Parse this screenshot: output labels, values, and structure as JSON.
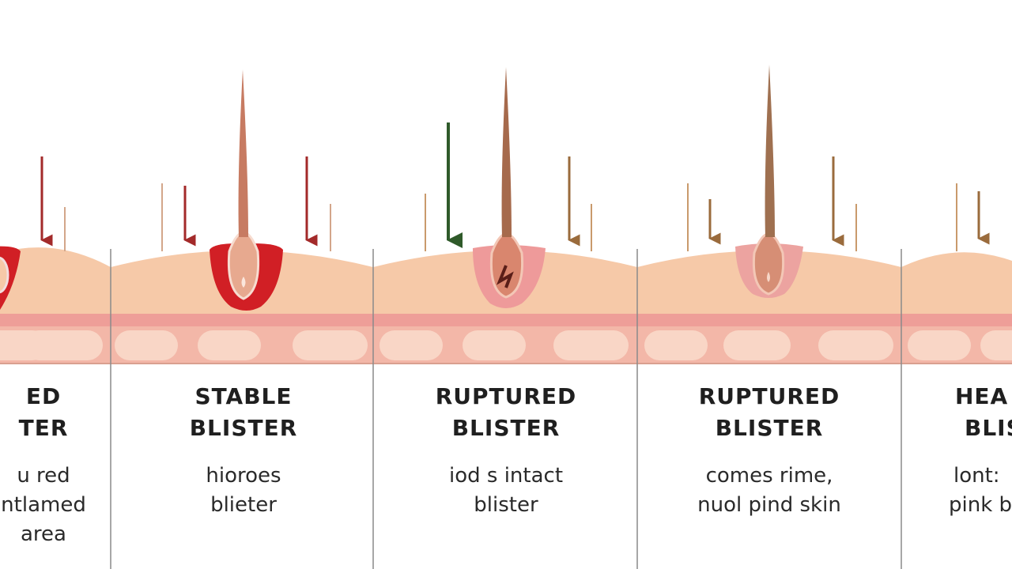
{
  "panels": [
    {
      "title": [
        "ED",
        "TER"
      ],
      "desc": [
        "u red",
        "ntlamed",
        "area"
      ]
    },
    {
      "title": [
        "STABLE",
        "BLISTER"
      ],
      "desc": [
        "hioroes",
        "blieter"
      ]
    },
    {
      "title": [
        "RUPTURED",
        "BLISTER"
      ],
      "desc": [
        "iod s intact",
        "blister"
      ]
    },
    {
      "title": [
        "RUPTURED",
        "BLISTER"
      ],
      "desc": [
        "comes rime,",
        "nuol pind skin"
      ]
    },
    {
      "title": [
        "HEA",
        "BLIS"
      ],
      "desc": [
        "lont:",
        "pink b"
      ]
    }
  ],
  "colors": {
    "skin": "#f6c9a8",
    "skin_light": "#f9d9c1",
    "dermis_band": "#ee9e98",
    "fat_cells": "#f7d0c0",
    "blood_red": "#d11f25",
    "arrow_red": "#a32a2a",
    "arrow_green": "#2f5a2a",
    "arrow_brown": "#9a6b3c",
    "divider": "#8a8a8a"
  }
}
